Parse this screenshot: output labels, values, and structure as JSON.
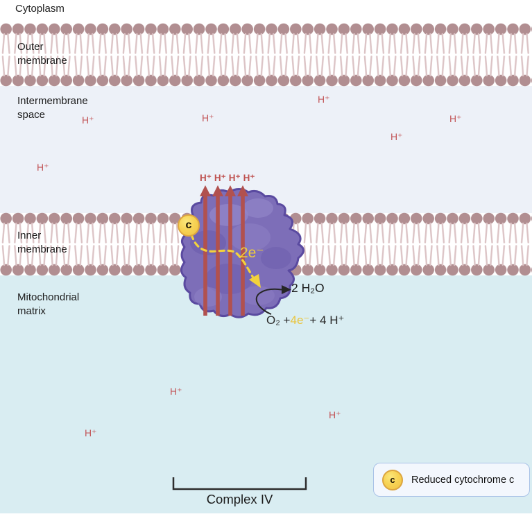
{
  "regions": {
    "cytoplasm": "Cytoplasm",
    "outer_membrane": "Outer membrane",
    "intermembrane_space": "Intermembrane space",
    "inner_membrane": "Inner membrane",
    "mitochondrial_matrix": "Mitochondrial matrix"
  },
  "symbols": {
    "proton": "H⁺",
    "cytochrome_c": "c",
    "electrons_transferred": "2e⁻"
  },
  "reaction": {
    "product": "2 H₂O",
    "substrate_o2": "O₂ +",
    "substrate_electrons": "4e⁻",
    "substrate_protons": "+ 4 H⁺"
  },
  "complex": {
    "label": "Complex IV"
  },
  "legend": {
    "symbol": "c",
    "label": "Reduced cytochrome c"
  },
  "counts": {
    "intermembrane_protons": 6,
    "matrix_protons": 3,
    "pumped_protons": 4
  },
  "colors": {
    "proton_red": "#c3585a",
    "pump_arrow_red": "#b1514f",
    "membrane_head": "#b18e91",
    "membrane_tail": "#dcc4c6",
    "complex_fill": "#7d6eb8",
    "complex_outline": "#5a4aa0",
    "cytochrome_yellow": "#f7d355",
    "electron_yellow": "#f1ce39",
    "intermembrane_bg": "#edf1f8",
    "matrix_bg": "#d9edf2",
    "legend_bg": "#f3f7fd",
    "legend_border": "#a9c2e7"
  }
}
